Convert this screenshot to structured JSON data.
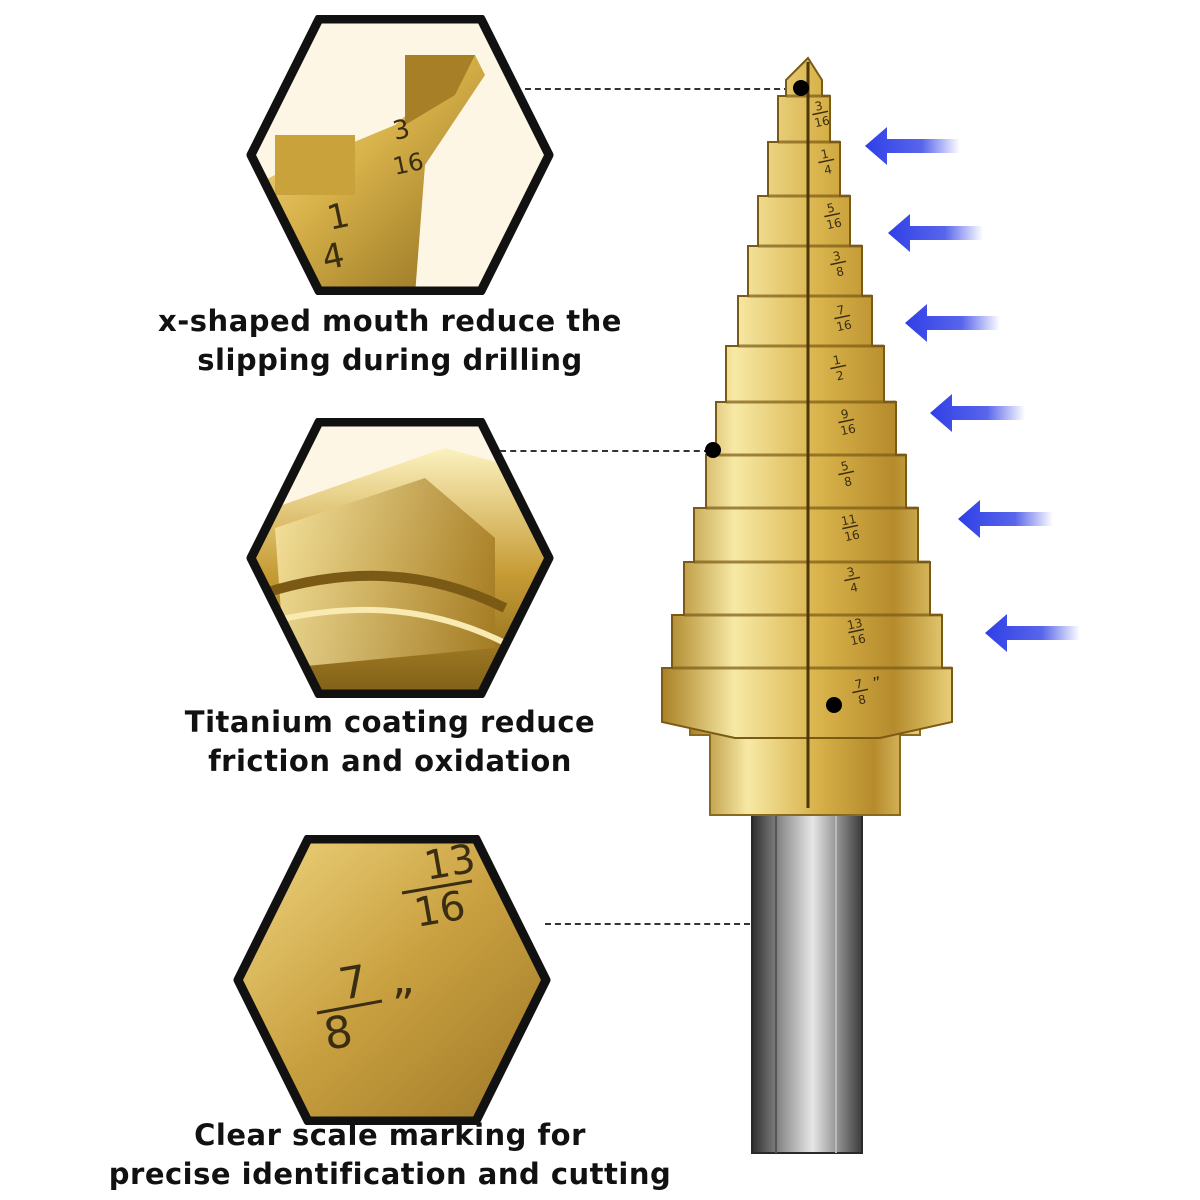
{
  "features": [
    {
      "caption_lines": [
        "x-shaped mouth reduce the",
        "slipping during drilling"
      ],
      "detail_icon": "x-shaped-tip-closeup",
      "closeup_marks": [
        {
          "num": "3",
          "den": "16"
        },
        {
          "num": "1",
          "den": "4"
        }
      ]
    },
    {
      "caption_lines": [
        "Titanium coating reduce",
        "friction and oxidation"
      ],
      "detail_icon": "titanium-step-closeup",
      "closeup_marks": []
    },
    {
      "caption_lines": [
        "Clear scale marking for",
        "precise identification and cutting"
      ],
      "detail_icon": "scale-marking-closeup",
      "closeup_marks": [
        {
          "num": "13",
          "den": "16"
        },
        {
          "num": "7",
          "den": "8",
          "suffix": "”"
        }
      ]
    }
  ],
  "scale_marks": [
    {
      "num": "3",
      "den": "16"
    },
    {
      "num": "1",
      "den": "4"
    },
    {
      "num": "5",
      "den": "16"
    },
    {
      "num": "3",
      "den": "8"
    },
    {
      "num": "7",
      "den": "16"
    },
    {
      "num": "1",
      "den": "2"
    },
    {
      "num": "9",
      "den": "16"
    },
    {
      "num": "5",
      "den": "8"
    },
    {
      "num": "11",
      "den": "16"
    },
    {
      "num": "3",
      "den": "4"
    },
    {
      "num": "13",
      "den": "16"
    },
    {
      "num": "7",
      "den": "8",
      "suffix": "”"
    }
  ],
  "colors": {
    "gold_light": "#f6e79a",
    "gold_mid": "#d9b23e",
    "gold_dark": "#8a6a1c",
    "arrow_blue": "#2f3fe6",
    "shank_dark": "#3d3d3d",
    "shank_light": "#d8d8d8",
    "hex_border": "#111111"
  },
  "icons": {
    "arrows": "left-arrow-icon",
    "dots": "callout-dot"
  }
}
